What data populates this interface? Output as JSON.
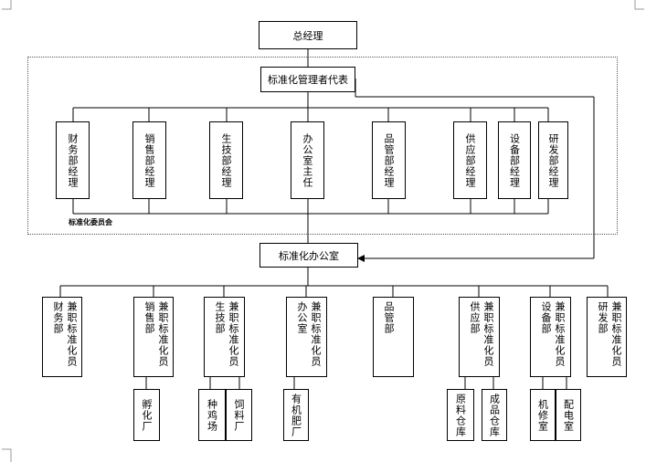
{
  "top": {
    "gm": "总经理",
    "rep": "标准化管理者代表"
  },
  "committee": {
    "label": "标准化委员会",
    "members": [
      "财务部经理",
      "销售部经理",
      "生技部经理",
      "办公室主任",
      "品管部经理",
      "供应部经理",
      "设备部经理",
      "研发部经理"
    ]
  },
  "office": "标准化办公室",
  "depts": [
    {
      "name": "财务部",
      "role": "兼职标准化员"
    },
    {
      "name": "销售部",
      "role": "兼职标准化员"
    },
    {
      "name": "生技部",
      "role": "兼职标准化员"
    },
    {
      "name": "办公室",
      "role": "兼职标准化员"
    },
    {
      "name": "品管部",
      "role": ""
    },
    {
      "name": "供应部",
      "role": "兼职标准化员"
    },
    {
      "name": "设备部",
      "role": "兼职标准化员"
    },
    {
      "name": "研发部",
      "role": "兼职标准化员"
    }
  ],
  "subunits": {
    "hatchery": "孵化厂",
    "chicken_farm": "种鸡场",
    "feed_mill": "饲料厂",
    "organic_fert": "有机肥厂",
    "raw_store": "原料仓库",
    "prod_store": "成品仓库",
    "repair": "机修室",
    "power": "配电室"
  }
}
